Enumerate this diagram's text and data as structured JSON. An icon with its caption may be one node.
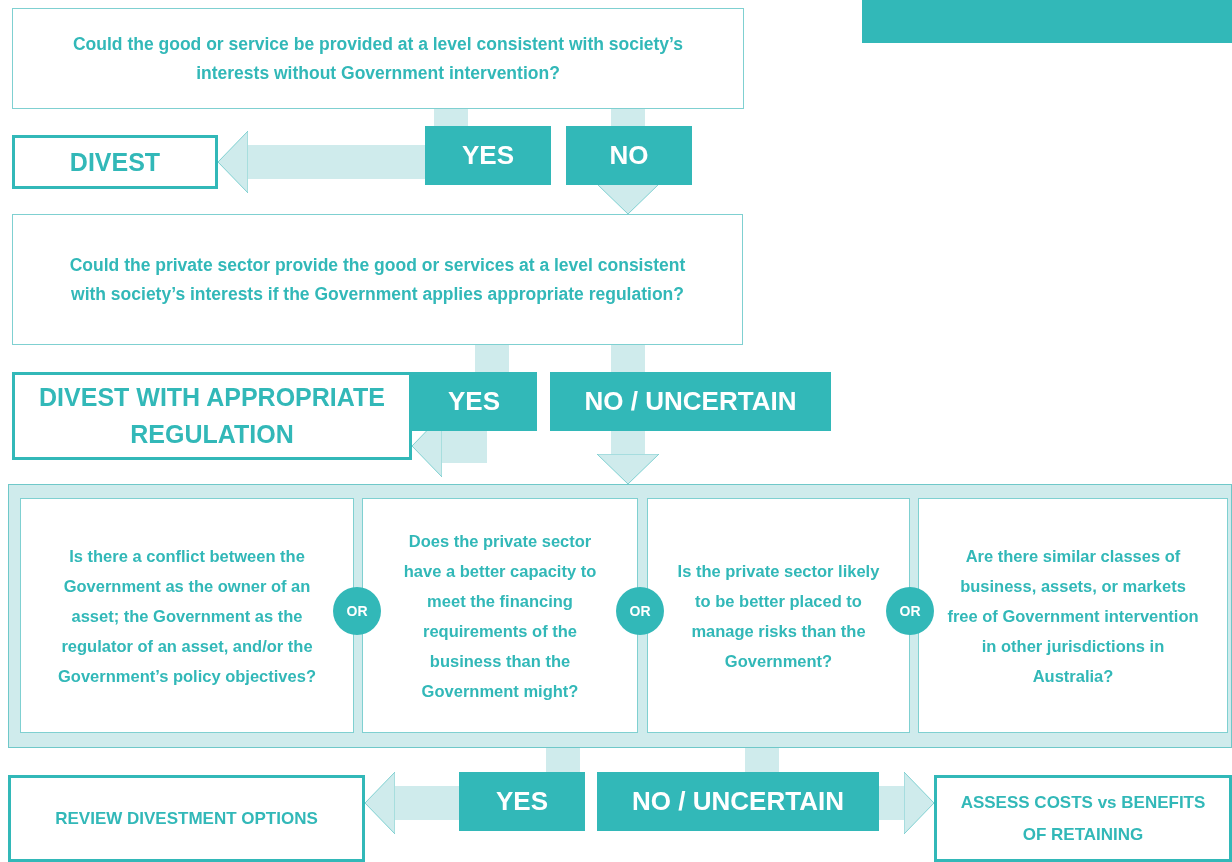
{
  "diagram": {
    "nodes": [
      {
        "text": [
          "Could the good or service be provided at a level consistent with society’s interests without Government intervention?"
        ]
      },
      {
        "text": [
          "DIVEST"
        ]
      },
      {
        "text": [
          "YES"
        ]
      },
      {
        "text": [
          "NO"
        ]
      },
      {
        "text": [
          "Could the private sector provide the good or services at a level consistent with society’s interests if the Government applies appropriate regulation?"
        ]
      },
      {
        "text": [
          "DIVEST WITH APPROPRIATE REGULATION"
        ]
      },
      {
        "text": [
          "YES"
        ]
      },
      {
        "text": [
          "NO / UNCERTAIN"
        ]
      },
      {
        "text": [],
        "shape": "box"
      },
      {
        "text": [
          "Is there a conflict between the Government as the owner of an asset; the Government as the regulator of an asset, and/or the Government’s policy objectives?"
        ],
        "in": 8
      },
      {
        "text": [
          "Does the private sector have a better capacity to meet the financing requirements of the business than the Government might?"
        ],
        "in": 8
      },
      {
        "text": [
          "Is the private sector likely to be better placed to manage risks than the Government?"
        ],
        "in": 8
      },
      {
        "text": [
          "Are there similar classes of business, assets, or markets free of Government intervention in other jurisdictions in Australia?"
        ],
        "in": 8
      },
      {
        "text": [
          "OR"
        ],
        "in": 8
      },
      {
        "text": [
          "OR"
        ],
        "in": 8
      },
      {
        "text": [
          "OR"
        ],
        "in": 8
      },
      {
        "text": [
          "REVIEW DIVESTMENT OPTIONS"
        ]
      },
      {
        "text": [
          "YES"
        ]
      },
      {
        "text": [
          "NO / UNCERTAIN"
        ]
      },
      {
        "text": [
          "ASSESS COSTS vs BENEFITS OF RETAINING"
        ]
      }
    ],
    "edges": [
      {
        "from": 0,
        "to": 2,
        "arrow": "none"
      },
      {
        "from": 2,
        "to": 1,
        "arrow": "to"
      },
      {
        "from": 0,
        "to": 3,
        "arrow": "none"
      },
      {
        "from": 3,
        "to": 4,
        "arrow": "to"
      },
      {
        "from": 4,
        "to": 6,
        "arrow": "none"
      },
      {
        "from": 6,
        "to": 5,
        "arrow": "to"
      },
      {
        "from": 4,
        "to": 7,
        "arrow": "none"
      },
      {
        "from": 7,
        "to": 8,
        "arrow": "to"
      },
      {
        "from": 8,
        "to": 17,
        "arrow": "none"
      },
      {
        "from": 17,
        "to": 16,
        "arrow": "to"
      },
      {
        "from": 8,
        "to": 18,
        "arrow": "none"
      },
      {
        "from": 18,
        "to": 19,
        "arrow": "to"
      }
    ]
  }
}
